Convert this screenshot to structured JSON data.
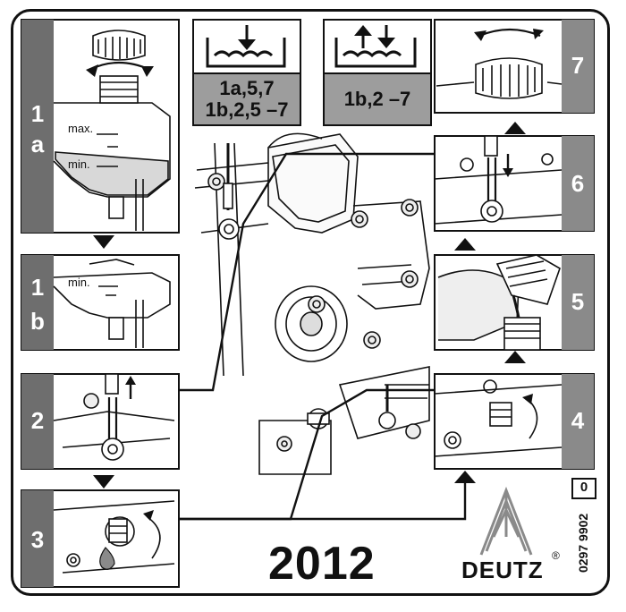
{
  "steps": {
    "s1": {
      "number": "1",
      "sub": "a",
      "max_label": "max.",
      "min_label": "min."
    },
    "s1b": {
      "number": "1",
      "sub": "b",
      "min_label": "min."
    },
    "s2": {
      "number": "2"
    },
    "s3": {
      "number": "3"
    },
    "s4": {
      "number": "4"
    },
    "s5": {
      "number": "5"
    },
    "s6": {
      "number": "6"
    },
    "s7": {
      "number": "7"
    }
  },
  "header_left": {
    "line1": "1a,5,7",
    "line2": "1b,2,5 –7"
  },
  "header_right": {
    "line1": "1b,2 –7"
  },
  "footer": {
    "year": "2012",
    "brand": "DEUTZ",
    "trademark": "®",
    "part_number": "0297 9902",
    "revision": "0"
  },
  "colors": {
    "panel_dark": "#6e6e6e",
    "panel_mid": "#8a8a8a",
    "header_gray": "#9d9d9d",
    "line": "#111111"
  }
}
